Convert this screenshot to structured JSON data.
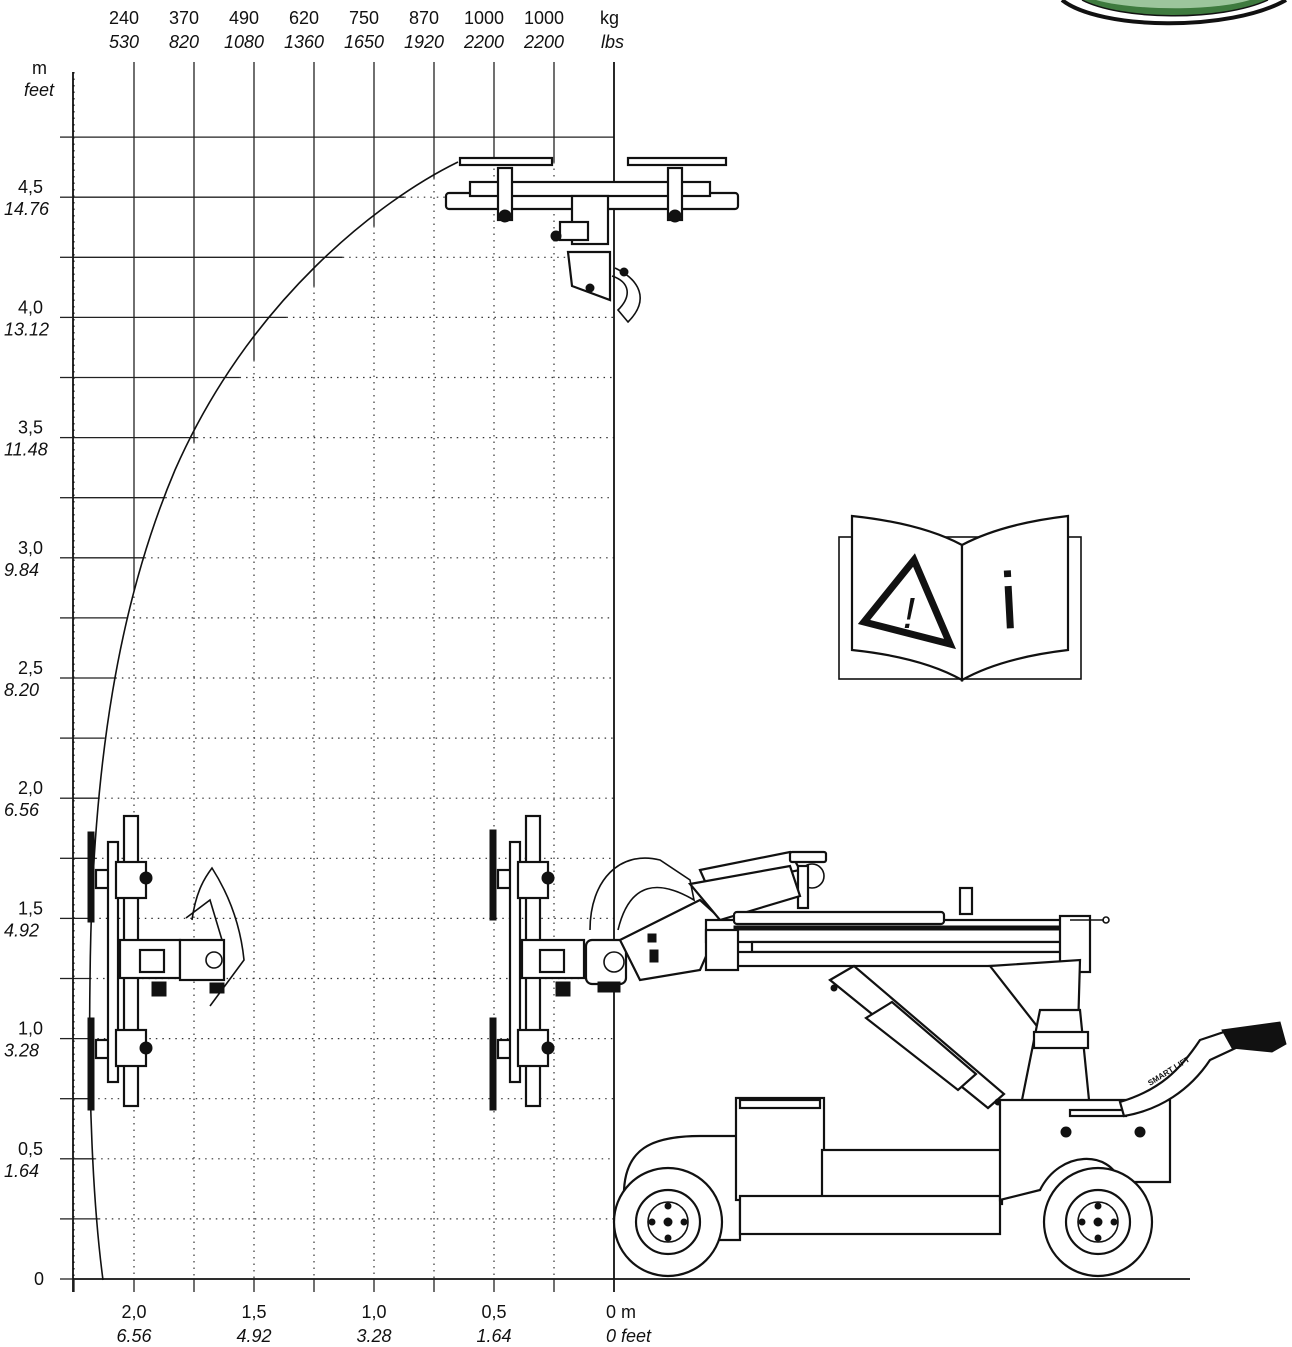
{
  "units": {
    "load_top": "kg",
    "load_bottom": "lbs",
    "height_top": "m",
    "height_bottom": "feet",
    "origin_x": "0 m",
    "origin_x_imperial": "0 feet"
  },
  "load_columns": [
    {
      "kg": "240",
      "lbs": "530"
    },
    {
      "kg": "370",
      "lbs": "820"
    },
    {
      "kg": "490",
      "lbs": "1080"
    },
    {
      "kg": "620",
      "lbs": "1360"
    },
    {
      "kg": "750",
      "lbs": "1650"
    },
    {
      "kg": "870",
      "lbs": "1920"
    },
    {
      "kg": "1000",
      "lbs": "2200"
    },
    {
      "kg": "1000",
      "lbs": "2200"
    }
  ],
  "height_ticks": [
    {
      "m": "4,5",
      "ft": "14.76"
    },
    {
      "m": "4,0",
      "ft": "13.12"
    },
    {
      "m": "3,5",
      "ft": "11.48"
    },
    {
      "m": "3,0",
      "ft": "9.84"
    },
    {
      "m": "2,5",
      "ft": "8.20"
    },
    {
      "m": "2,0",
      "ft": "6.56"
    },
    {
      "m": "1,5",
      "ft": "4.92"
    },
    {
      "m": "1,0",
      "ft": "3.28"
    },
    {
      "m": "0,5",
      "ft": "1.64"
    }
  ],
  "height_zero": "0",
  "reach_ticks": [
    {
      "m": "2,0",
      "ft": "6.56"
    },
    {
      "m": "1,5",
      "ft": "4.92"
    },
    {
      "m": "1,0",
      "ft": "3.28"
    },
    {
      "m": "0,5",
      "ft": "1.64"
    }
  ],
  "sign": {
    "warning_glyph": "!",
    "info_glyph": "i",
    "icons": [
      "warning-triangle-icon",
      "info-icon",
      "manual-book-icon"
    ]
  },
  "machine": {
    "handle_label": "SMART LIFT",
    "icons": [
      "vacuum-lifter-icon",
      "suction-cup-frame-icon",
      "wheel-icon"
    ]
  },
  "chart_data": {
    "type": "load-chart",
    "x_axis": {
      "unit": "m",
      "range": [
        0,
        2.25
      ],
      "direction": "reversed"
    },
    "y_axis": {
      "unit": "m",
      "range": [
        0,
        4.75
      ]
    },
    "grid": true,
    "capacity_kg_by_column": [
      240,
      370,
      490,
      620,
      750,
      870,
      1000,
      1000
    ],
    "capacity_lbs_by_column": [
      530,
      820,
      1080,
      1360,
      1650,
      1920,
      2200,
      2200
    ]
  }
}
